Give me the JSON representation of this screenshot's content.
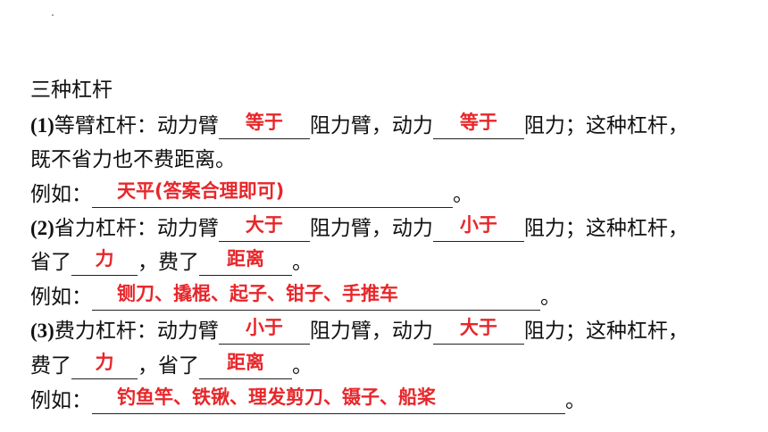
{
  "title": "三种杠杆",
  "sections": [
    {
      "num": "(1)",
      "lead": "等臂杠杆：动力臂",
      "ans1": "等于",
      "mid": "阻力臂，动力",
      "ans2": "等于",
      "tail": "阻力；这种杠杆，",
      "line2": "既不省力也不费距离。",
      "example_label": "例如：",
      "example": "天平(答案合理即可)",
      "example_end": "。"
    },
    {
      "num": "(2)",
      "lead": "省力杠杆：动力臂",
      "ans1": "大于",
      "mid": "阻力臂，动力",
      "ans2": "小于",
      "tail": "阻力；这种杠杆，",
      "line2_a": "省了",
      "line2_ans1": "力",
      "line2_b": "，费了",
      "line2_ans2": "距离",
      "line2_c": "。",
      "example_label": "例如：",
      "example": "铡刀、撬棍、起子、钳子、手推车",
      "example_end": "。"
    },
    {
      "num": "(3)",
      "lead": "费力杠杆：动力臂",
      "ans1": "小于",
      "mid": "阻力臂，动力",
      "ans2": "大于",
      "tail": "阻力；这种杠杆，",
      "line2_a": "费了",
      "line2_ans1": "力",
      "line2_b": "，省了",
      "line2_ans2": "距离",
      "line2_c": "。",
      "example_label": "例如：",
      "example": "钓鱼竿、铁锹、理发剪刀、镊子、船桨",
      "example_end": "。"
    }
  ],
  "colors": {
    "text": "#111111",
    "answer": "#e8262a"
  }
}
